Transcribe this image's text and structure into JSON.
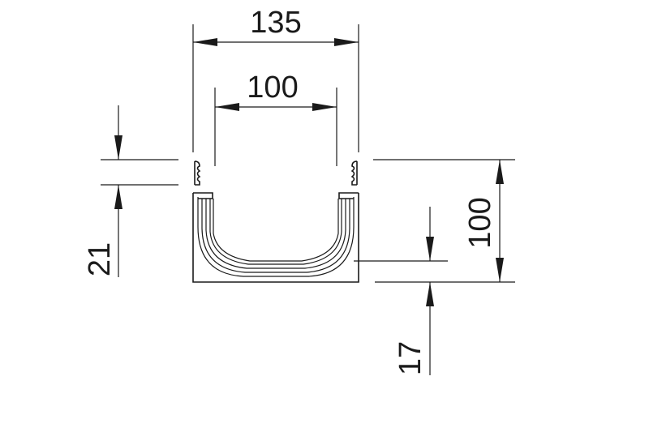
{
  "dimensions": {
    "overall_width": "135",
    "inner_width": "100",
    "overall_height": "100",
    "top_lip": "21",
    "base_thickness": "17"
  },
  "colors": {
    "line": "#1a1a1a",
    "background": "#ffffff"
  }
}
